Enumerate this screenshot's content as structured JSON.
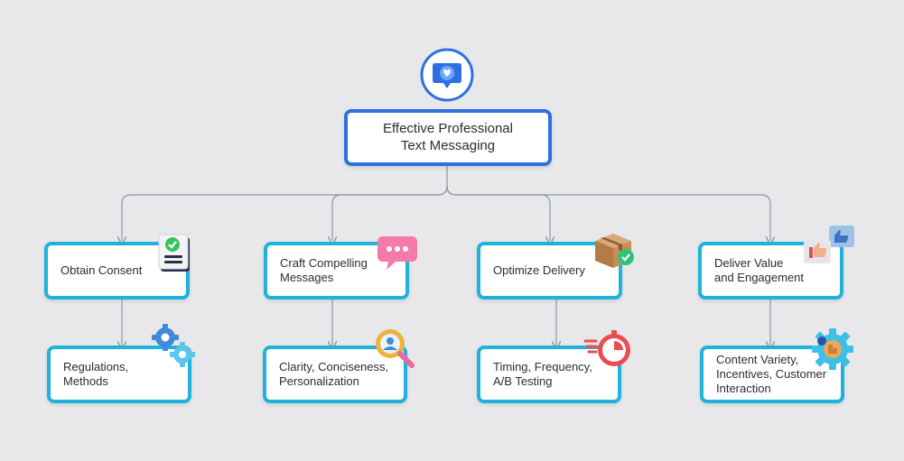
{
  "root": {
    "label": "Effective Professional\nText Messaging",
    "icon": "heart-chat-icon"
  },
  "branches": [
    {
      "label": "Obtain Consent",
      "icon": "document-check-icon",
      "child": {
        "label": "Regulations,\nMethods",
        "icon": "gears-icon"
      }
    },
    {
      "label": "Craft Compelling\nMessages",
      "icon": "chat-bubble-icon",
      "child": {
        "label": "Clarity, Conciseness,\nPersonalization",
        "icon": "magnifier-person-icon"
      }
    },
    {
      "label": "Optimize Delivery",
      "icon": "package-check-icon",
      "child": {
        "label": "Timing, Frequency,\nA/B Testing",
        "icon": "stopwatch-icon"
      }
    },
    {
      "label": "Deliver Value\nand Engagement",
      "icon": "thumbs-up-icon",
      "child": {
        "label": "Content Variety,\nIncentives, Customer\nInteraction",
        "icon": "gear-puzzle-icon"
      }
    }
  ],
  "colors": {
    "root_border": "#2f6fe0",
    "node_border": "#1fb2dd",
    "connector": "#8a98a6",
    "background": "#e8e8ea"
  }
}
